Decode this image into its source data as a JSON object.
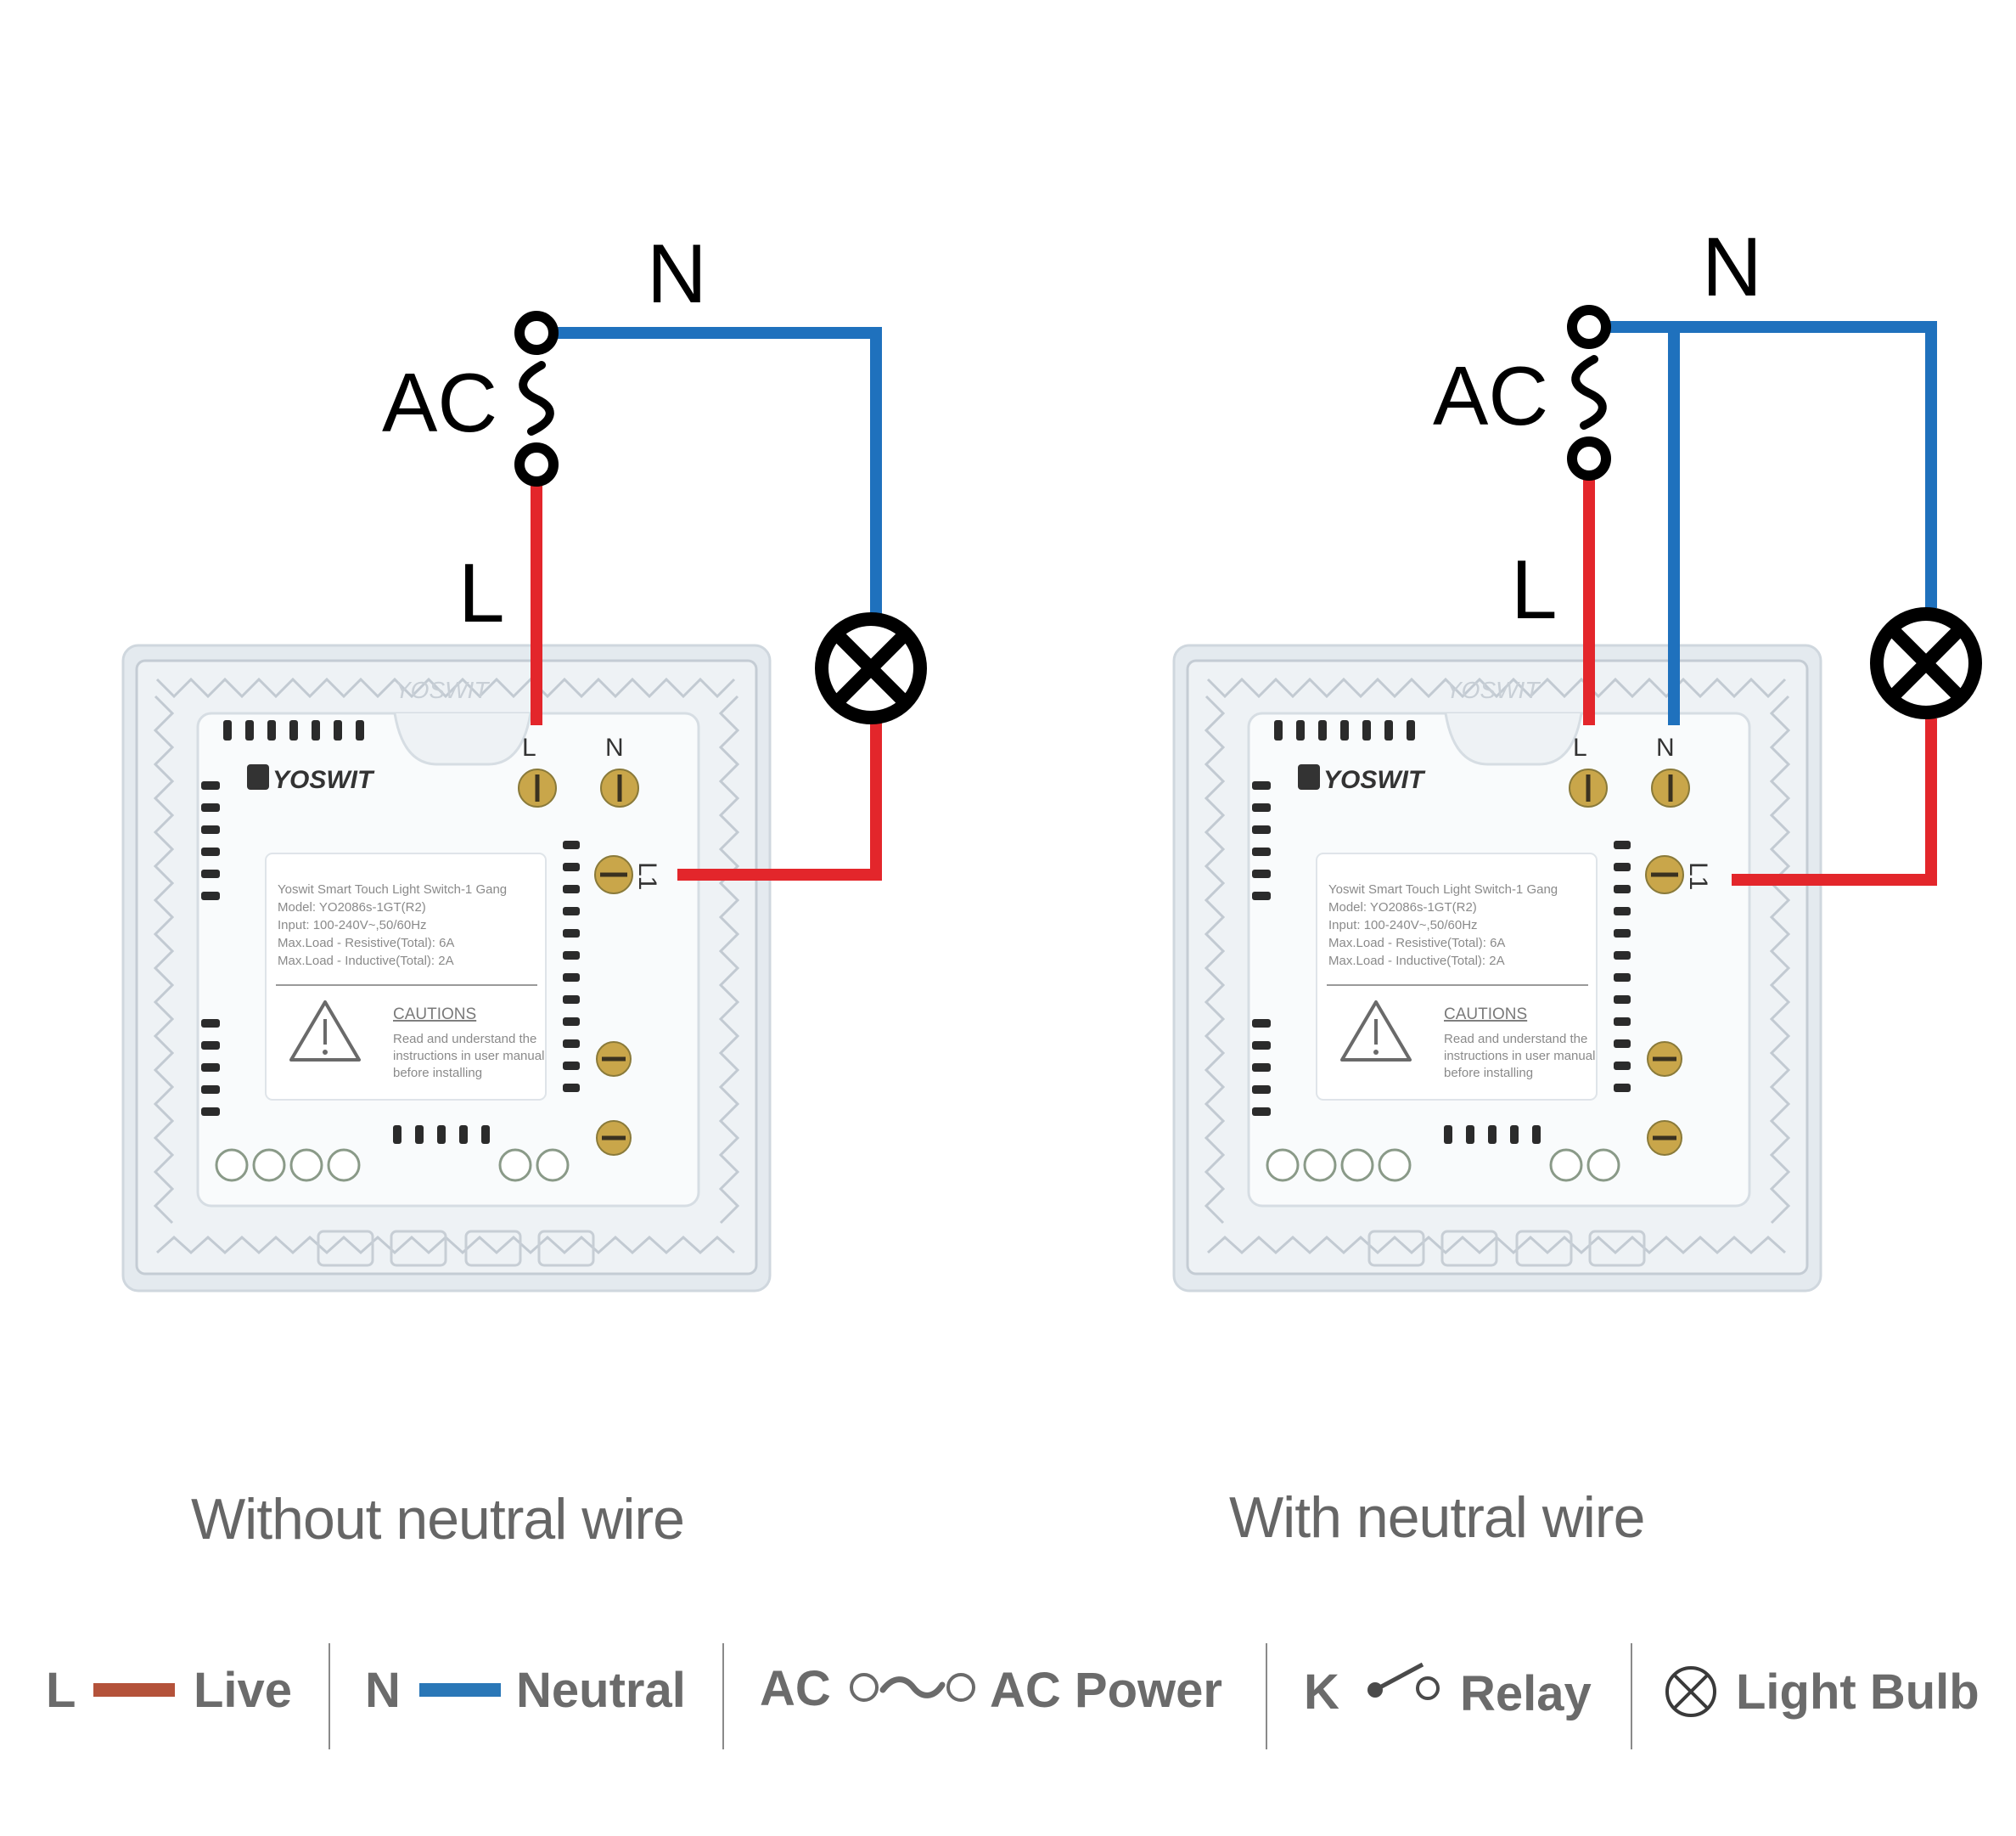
{
  "colors": {
    "live_wire": "#e3262b",
    "neutral_wire": "#1f71bd",
    "legend_live": "#b4523a",
    "legend_neutral": "#2a77b7",
    "symbol": "#000000",
    "caption_text": "#666666"
  },
  "panels": [
    {
      "caption": "Without neutral wire",
      "wire_labels": {
        "neutral": "N",
        "ac": "AC",
        "live": "L"
      },
      "switch": {
        "brand": "YOSWIT",
        "terminals": {
          "live": "L",
          "neutral": "N",
          "load": "L1"
        },
        "label_lines": [
          "Yoswit Smart Touch Light Switch-1 Gang",
          "Model: YO2086s-1GT(R2)",
          "Input: 100-240V~,50/60Hz",
          "Max.Load - Resistive(Total): 6A",
          "Max.Load - Inductive(Total): 2A"
        ],
        "caution_title": "CAUTIONS",
        "caution_lines": [
          "Read and understand the",
          "instructions in user manual",
          "before installing"
        ]
      }
    },
    {
      "caption": "With neutral wire",
      "wire_labels": {
        "neutral": "N",
        "ac": "AC",
        "live": "L"
      },
      "switch": {
        "brand": "YOSWIT",
        "terminals": {
          "live": "L",
          "neutral": "N",
          "load": "L1"
        },
        "label_lines": [
          "Yoswit Smart Touch Light Switch-1 Gang",
          "Model: YO2086s-1GT(R2)",
          "Input: 100-240V~,50/60Hz",
          "Max.Load - Resistive(Total): 6A",
          "Max.Load - Inductive(Total): 2A"
        ],
        "caution_title": "CAUTIONS",
        "caution_lines": [
          "Read and understand the",
          "instructions in user manual",
          "before installing"
        ]
      }
    }
  ],
  "legend": [
    {
      "key": "L",
      "symbol": "live-wire-line-icon",
      "label": "Live"
    },
    {
      "key": "N",
      "symbol": "neutral-wire-line-icon",
      "label": "Neutral"
    },
    {
      "key": "AC",
      "symbol": "ac-power-symbol-icon",
      "label": "AC Power"
    },
    {
      "key": "K",
      "symbol": "relay-symbol-icon",
      "label": "Relay"
    },
    {
      "key": "",
      "symbol": "light-bulb-symbol-icon",
      "label": "Light Bulb"
    }
  ]
}
